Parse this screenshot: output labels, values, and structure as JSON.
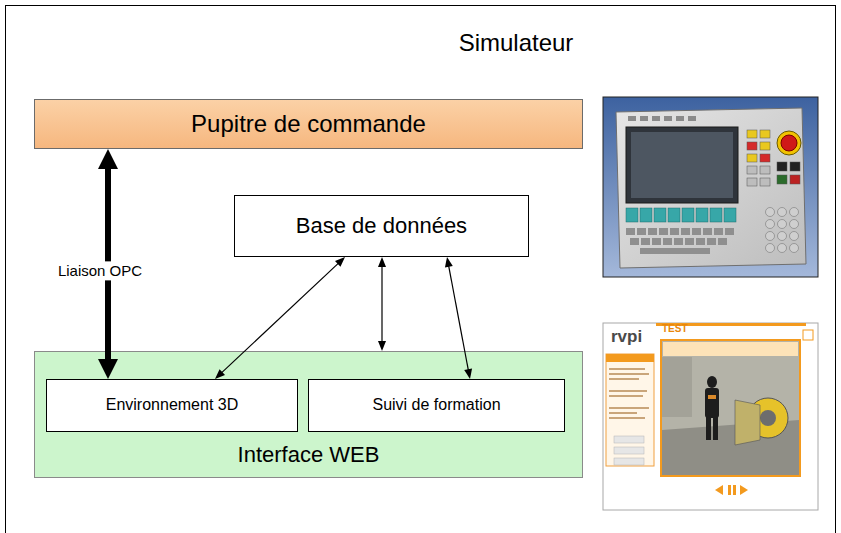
{
  "diagram": {
    "nodes": [
      {
        "text": [
          "Simulateur"
        ]
      },
      {
        "text": [
          "Pupitre de commande"
        ],
        "in": 0
      },
      {
        "text": [
          "Base de données"
        ],
        "in": 0
      },
      {
        "text": [
          "Interface WEB"
        ],
        "in": 0
      },
      {
        "text": [
          "Environnement 3D"
        ],
        "in": 3
      },
      {
        "text": [
          "Suivi de formation"
        ],
        "in": 3
      }
    ],
    "edges": [
      {
        "from": 1,
        "to": 4,
        "arrow": "both",
        "label": "Liaison OPC"
      },
      {
        "from": 2,
        "to": 4,
        "arrow": "both"
      },
      {
        "from": 2,
        "to": 3,
        "arrow": "both"
      },
      {
        "from": 2,
        "to": 5,
        "arrow": "both"
      }
    ],
    "labels": [
      "rvpi",
      "TEST"
    ]
  }
}
